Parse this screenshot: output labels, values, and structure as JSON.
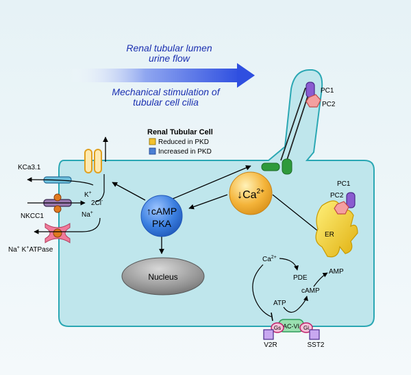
{
  "lumen": {
    "line1": "Renal tubular lumen",
    "line2": "urine flow",
    "line3": "Mechanical stimulation of",
    "line4": "tubular cell cilia"
  },
  "legend": {
    "title": "Renal Tubular Cell",
    "reduced": "Reduced in PKD",
    "increased": "Increased in PKD",
    "reduced_color": "#f2c12e",
    "increased_color": "#4a7fd4"
  },
  "labels": {
    "pc1_cilium": "PC1",
    "pc2_cilium": "PC2",
    "pc1_er": "PC1",
    "pc2_er": "PC2",
    "kca": "KCa3.1",
    "k_plus": "K",
    "cl": "2Cl",
    "nkcc": "NKCC1",
    "na_plus": "Na",
    "atpase": "Na",
    "atpase_k": "K",
    "atpase_rest": "ATPase",
    "camp_top": "↑cAMP",
    "pka": "PKA",
    "ca": "↓Ca",
    "ca_sup": "2+",
    "nucleus": "Nucleus",
    "er": "ER",
    "ca_small": "Ca",
    "ca_small_sup": "2+",
    "pde": "PDE",
    "amp": "AMP",
    "camp_small": "cAMP",
    "atp": "ATP",
    "gs": "Gs",
    "acvi": "AC-VI",
    "gi": "Gi",
    "v2r": "V2R",
    "sst2": "SST2"
  },
  "colors": {
    "cell_fill": "#bfe6ec",
    "cell_stroke": "#2aa7b3",
    "camp_fill": "#3b7fe0",
    "ca_fill": "#f4b43a",
    "nucleus_fill": "#8f8f8f",
    "flow_arrow": "#2f4fe0",
    "text_blue": "#1a2fb0"
  }
}
